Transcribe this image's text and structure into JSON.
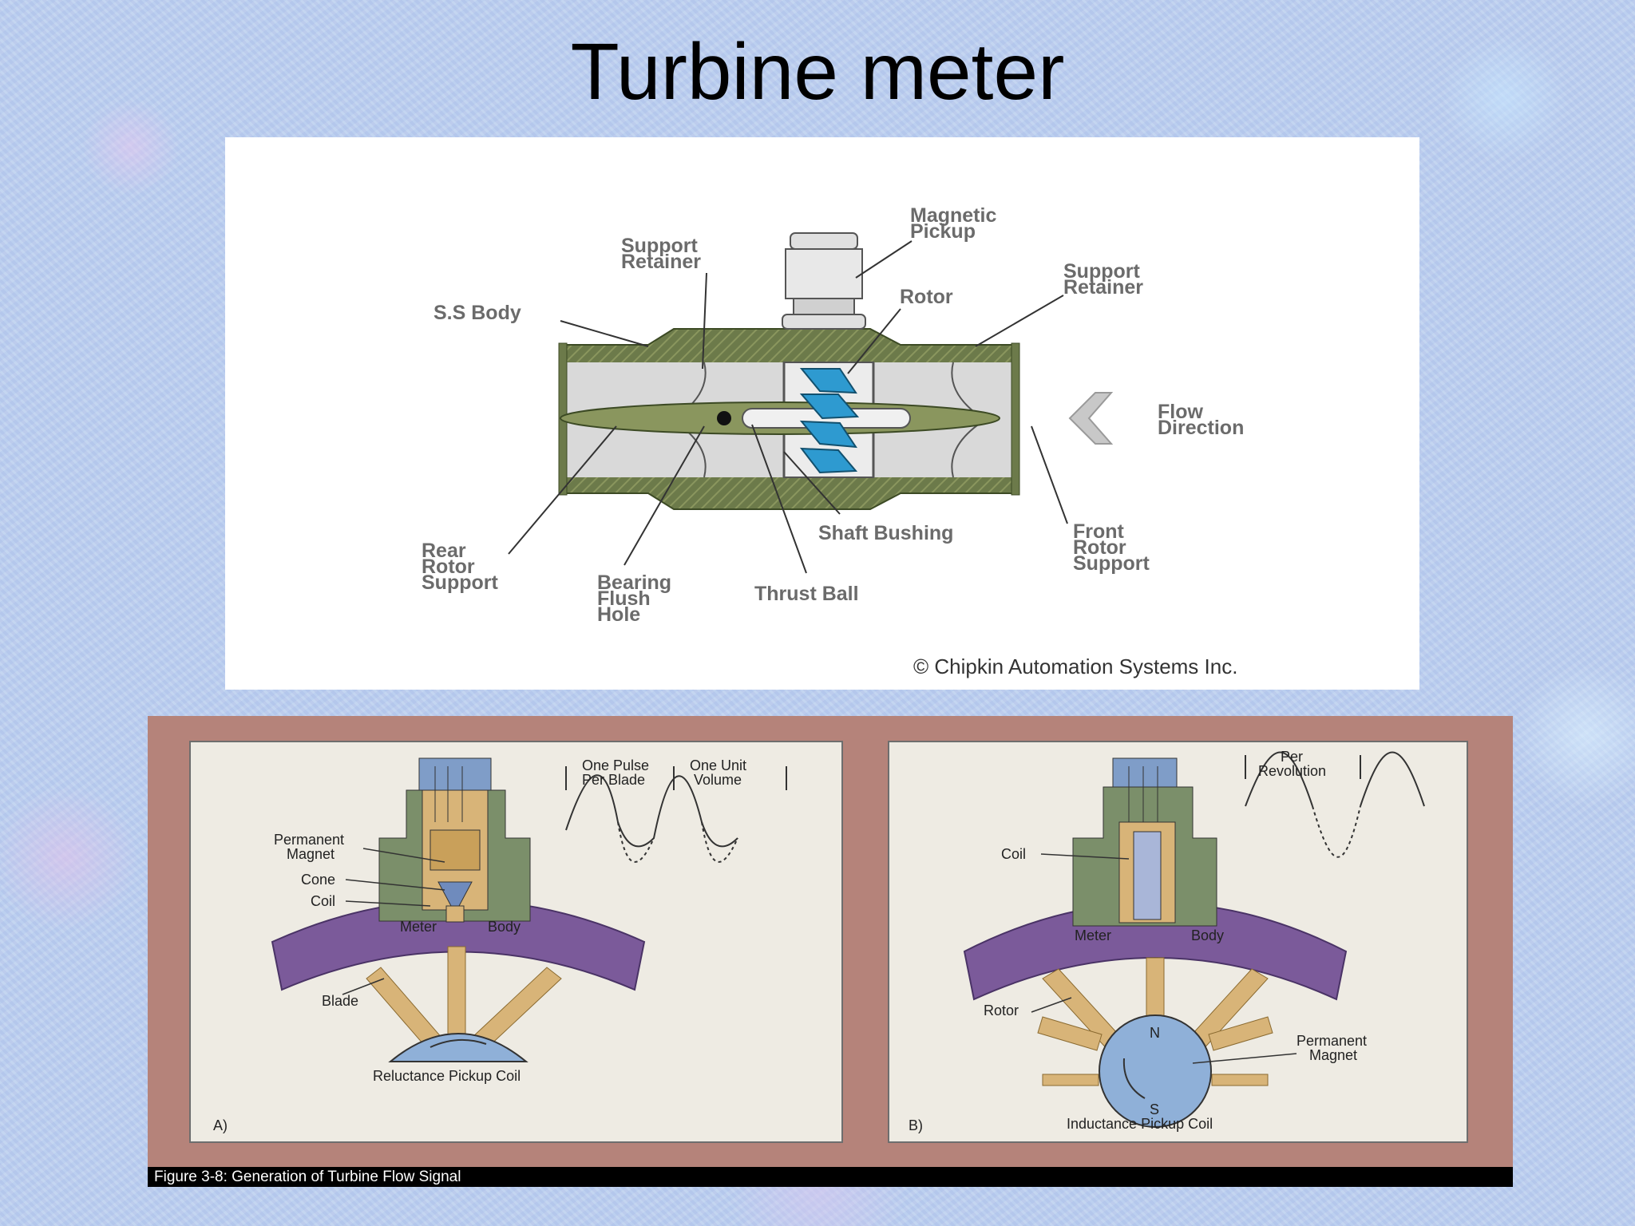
{
  "title": "Turbine meter",
  "top_diagram": {
    "labels": {
      "magnetic_pickup": [
        "Magnetic",
        "Pickup"
      ],
      "support_retainer_left": [
        "Support",
        "Retainer"
      ],
      "support_retainer_right": [
        "Support",
        "Retainer"
      ],
      "ss_body": "S.S Body",
      "rotor": "Rotor",
      "flow_direction": [
        "Flow",
        "Direction"
      ],
      "rear_rotor_support": [
        "Rear",
        "Rotor",
        "Support"
      ],
      "bearing_flush_hole": [
        "Bearing",
        "Flush",
        "Hole"
      ],
      "thrust_ball": "Thrust Ball",
      "shaft_bushing": "Shaft Bushing",
      "front_rotor_support": [
        "Front",
        "Rotor",
        "Support"
      ]
    },
    "copyright": "© Chipkin Automation Systems Inc.",
    "colors": {
      "body": "#6c7a4a",
      "rotor_blade": "#2e9ad0",
      "cavity": "#d9d9d9"
    }
  },
  "bottom_figure": {
    "panel_a": {
      "letter": "A)",
      "labels": {
        "one_pulse": [
          "One Pulse",
          "Per Blade"
        ],
        "one_unit": [
          "One Unit",
          "Volume"
        ],
        "permanent_magnet": [
          "Permanent",
          "Magnet"
        ],
        "cone": "Cone",
        "coil": "Coil",
        "meter": "Meter",
        "body": "Body",
        "blade": "Blade",
        "pickup": "Reluctance Pickup Coil"
      }
    },
    "panel_b": {
      "letter": "B)",
      "labels": {
        "per_revolution": [
          "Per",
          "Revolution"
        ],
        "coil": "Coil",
        "meter": "Meter",
        "body": "Body",
        "rotor": "Rotor",
        "north": "N",
        "south": "S",
        "permanent_magnet": [
          "Permanent",
          "Magnet"
        ],
        "pickup": "Inductance Pickup Coil"
      }
    },
    "caption": "Figure 3-8: Generation of Turbine Flow Signal",
    "colors": {
      "frame": "#b5837a",
      "meter_body": "#7b5a9a",
      "blade": "#d8b478",
      "hub": "#8fb0d8"
    }
  }
}
